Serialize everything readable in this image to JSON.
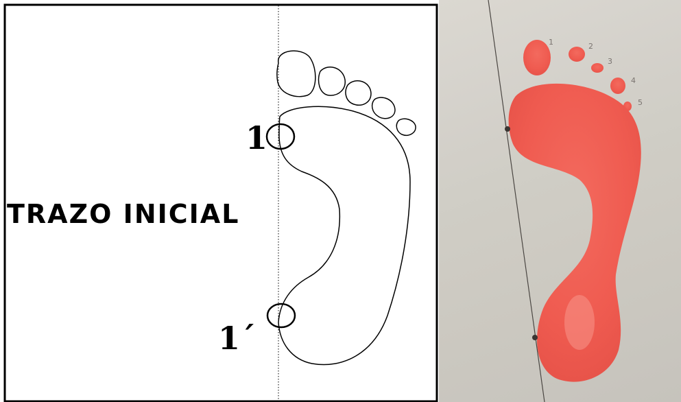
{
  "diagram": {
    "heading": "TRAZO INICIAL",
    "point_top": "1",
    "point_bottom": "1´"
  },
  "photo": {
    "toe_numbers": [
      "1",
      "2",
      "3",
      "4",
      "5"
    ],
    "ink_color": "#f05a4f",
    "paper_color": "#d2cfc8"
  },
  "colors": {
    "outline": "#000000",
    "frame": "#000000"
  }
}
